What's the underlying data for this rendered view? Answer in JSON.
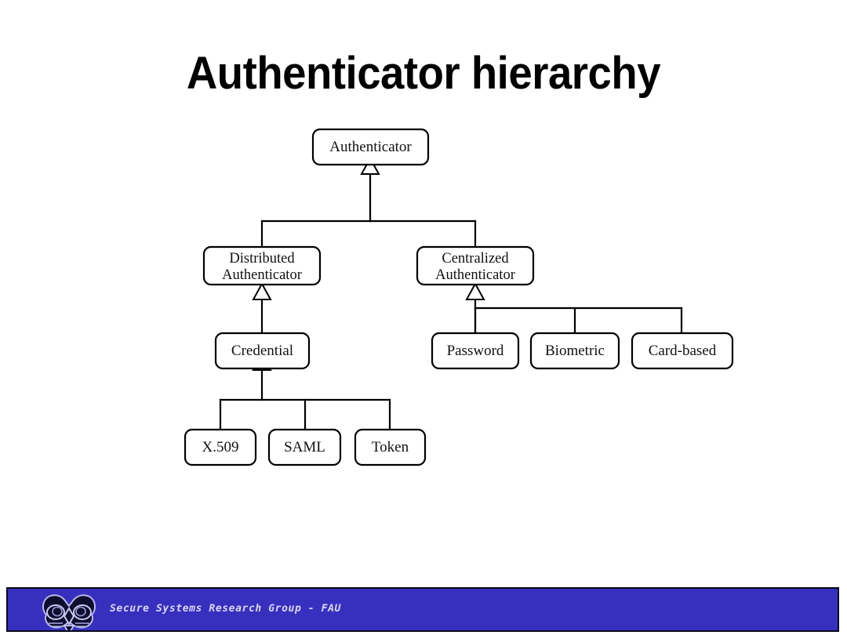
{
  "slide": {
    "title": "Authenticator hierarchy",
    "background_color": "#ffffff"
  },
  "diagram": {
    "type": "uml-class-hierarchy",
    "notation": "UML generalization (hollow triangle)",
    "nodes": [
      {
        "id": "authenticator",
        "label": "Authenticator",
        "lines": [
          "Authenticator"
        ],
        "level": 0
      },
      {
        "id": "distributed-authenticator",
        "label": "Distributed Authenticator",
        "lines": [
          "Distributed",
          "Authenticator"
        ],
        "level": 1
      },
      {
        "id": "centralized-authenticator",
        "label": "Centralized Authenticator",
        "lines": [
          "Centralized",
          "Authenticator"
        ],
        "level": 1
      },
      {
        "id": "credential",
        "label": "Credential",
        "lines": [
          "Credential"
        ],
        "level": 2
      },
      {
        "id": "password",
        "label": "Password",
        "lines": [
          "Password"
        ],
        "level": 2
      },
      {
        "id": "biometric",
        "label": "Biometric",
        "lines": [
          "Biometric"
        ],
        "level": 2
      },
      {
        "id": "card-based",
        "label": "Card-based",
        "lines": [
          "Card-based"
        ],
        "level": 2
      },
      {
        "id": "x509",
        "label": "X.509",
        "lines": [
          "X.509"
        ],
        "level": 3
      },
      {
        "id": "saml",
        "label": "SAML",
        "lines": [
          "SAML"
        ],
        "level": 3
      },
      {
        "id": "token",
        "label": "Token",
        "lines": [
          "Token"
        ],
        "level": 3
      }
    ],
    "edges": [
      {
        "from": "distributed-authenticator",
        "to": "authenticator",
        "kind": "generalization"
      },
      {
        "from": "centralized-authenticator",
        "to": "authenticator",
        "kind": "generalization"
      },
      {
        "from": "credential",
        "to": "distributed-authenticator",
        "kind": "generalization"
      },
      {
        "from": "password",
        "to": "centralized-authenticator",
        "kind": "generalization"
      },
      {
        "from": "biometric",
        "to": "centralized-authenticator",
        "kind": "generalization"
      },
      {
        "from": "card-based",
        "to": "centralized-authenticator",
        "kind": "generalization"
      },
      {
        "from": "x509",
        "to": "credential",
        "kind": "generalization"
      },
      {
        "from": "saml",
        "to": "credential",
        "kind": "generalization"
      },
      {
        "from": "token",
        "to": "credential",
        "kind": "generalization"
      }
    ]
  },
  "footer": {
    "text": "Secure Systems Research Group - FAU",
    "logo_name": "fau-owl-logo",
    "bar_color": "#3730bf",
    "text_color": "#d8d8f5"
  }
}
